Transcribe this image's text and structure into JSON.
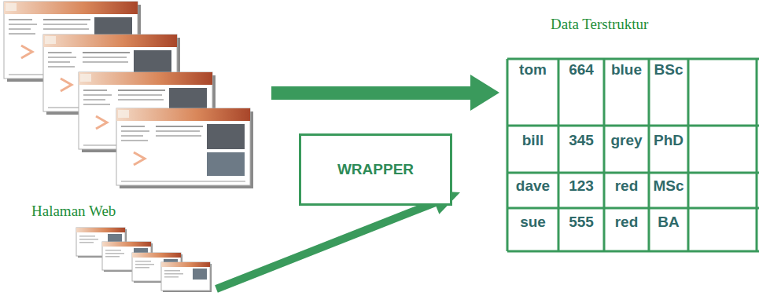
{
  "diagram": {
    "nodes": [
      {
        "text": [
          "WRAPPER"
        ]
      }
    ],
    "labels": [
      "Data Terstruktur",
      "Halaman Web",
      "tom",
      "664",
      "blue",
      "BSc",
      "bill",
      "345",
      "grey",
      "PhD",
      "dave",
      "123",
      "red",
      "MSc",
      "sue",
      "555",
      "red",
      "BA"
    ]
  }
}
